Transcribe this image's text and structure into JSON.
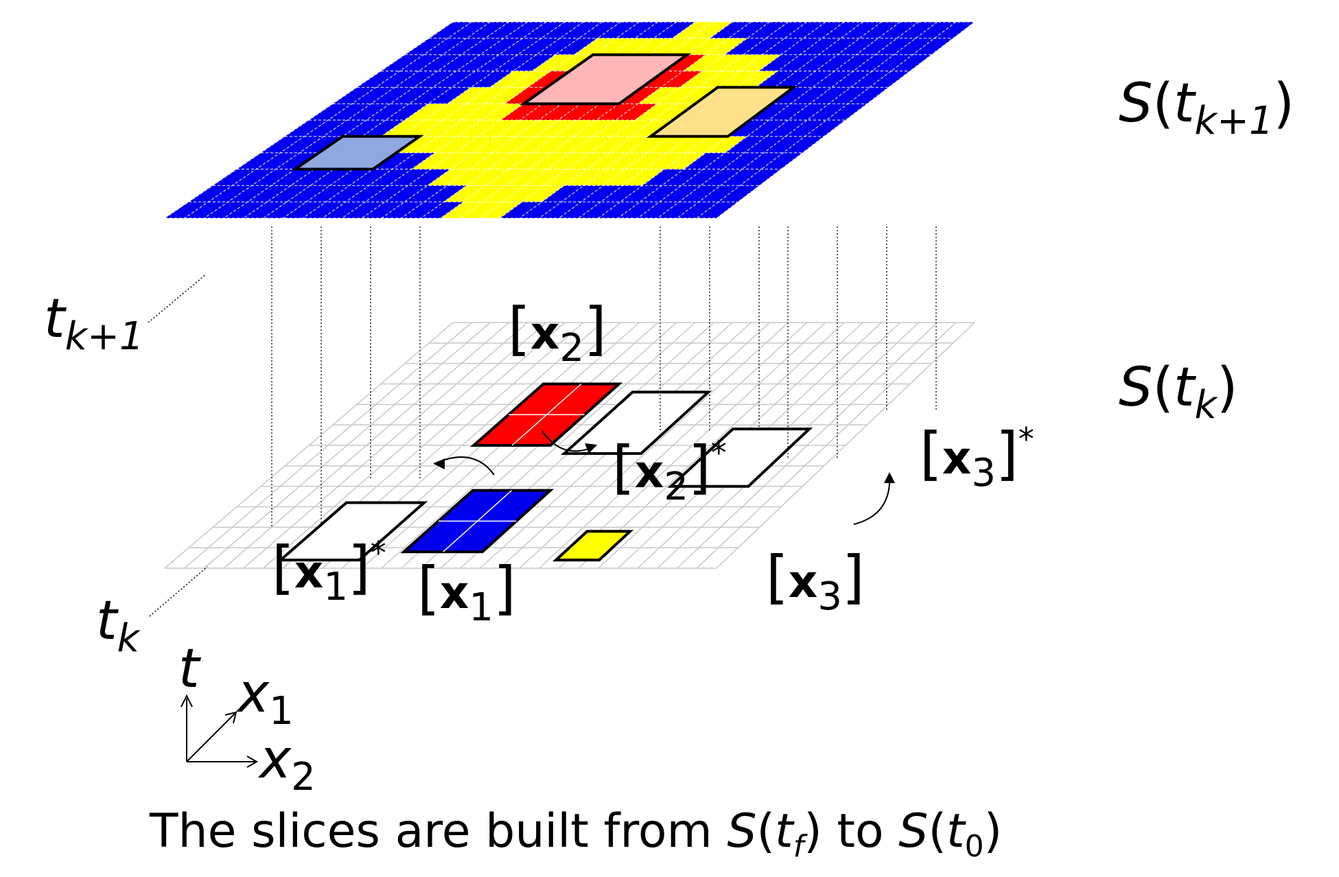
{
  "caption": {
    "prefix": "The slices are built from",
    "S": "S",
    "tf_var": "t",
    "tf_sub": "f",
    "middle": "to",
    "t0_var": "t",
    "t0_sub": "0"
  },
  "top_slice_label": {
    "S": "S",
    "var": "t",
    "sub": "k+1"
  },
  "bottom_slice_label": {
    "S": "S",
    "var": "t",
    "sub": "k"
  },
  "time_labels": {
    "upper": {
      "var": "t",
      "sub": "k+1"
    },
    "lower": {
      "var": "t",
      "sub": "k"
    }
  },
  "boxes": {
    "x1": {
      "var": "x",
      "sub": "1"
    },
    "x1_star": {
      "var": "x",
      "sub": "1",
      "star": "*"
    },
    "x2": {
      "var": "x",
      "sub": "2"
    },
    "x2_star": {
      "var": "x",
      "sub": "2",
      "star": "*"
    },
    "x3": {
      "var": "x",
      "sub": "3"
    },
    "x3_star": {
      "var": "x",
      "sub": "3",
      "star": "*"
    }
  },
  "axes": {
    "t": "t",
    "x1_var": "x",
    "x1_sub": "1",
    "x2_var": "x",
    "x2_sub": "2"
  },
  "colors": {
    "blue": "#0000ee",
    "yellow": "#ffff00",
    "red": "#ff0000",
    "light_blue": "#8fa8e0",
    "light_pink": "#ffb6b6",
    "light_yellow": "#ffe08a",
    "grid_gray": "#c8c8c8"
  },
  "top_grid": {
    "cells": [
      "BBBBBBBBBBBBBYYBBBBBBBBBBBBB",
      "BBBBBBBBBYYYYYYYYBBBBBBBBBBB",
      "BBBBBBBBYYRRRRRRYYYYBBBBBBBB",
      "BBBBBBBYYRRRRRRRRYYYYBBBBBBB",
      "BBBBBBYYYRRRRRRRYYYYYBBBBBBB",
      "BBBBBYYYYYRRRRRRRYYRRYYBBBBB",
      "BBBBBYYYYYYYYYYYYYYYYYYBBBBB",
      "BBBBBYYYYYYYYYYYYYYYYYYYBBBB",
      "BBBBBBBBBYYYYYYYYYYYYYYBBBBB",
      "BBBBBBBBBBBYYYYYYYYYYYBBBBBB",
      "BBBBBBBBBBBBBYYYYYBBBBBBBBBB",
      "BBBBBBBBBBBBBBYYYBBBBBBBBBBB"
    ]
  }
}
